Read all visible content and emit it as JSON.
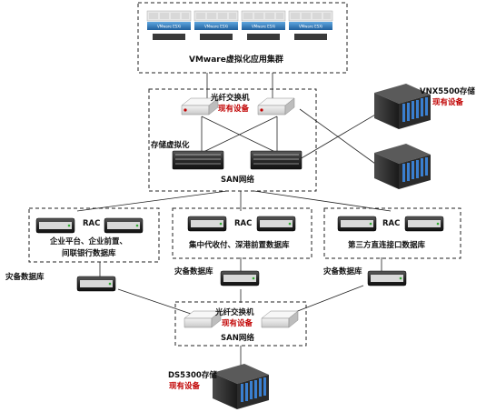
{
  "vmware": {
    "server_label": "VMware ESXi",
    "servers": [
      "VMware ESXi",
      "VMware ESXi",
      "VMware ESXi",
      "VMware ESXi"
    ],
    "cluster_label": "VMware虚拟化应用集群"
  },
  "top_san": {
    "switch_label": "光纤交换机",
    "existing_label": "现有设备",
    "virtualization_label": "存储虚拟化",
    "network_label": "SAN网络"
  },
  "vnx": {
    "label": "VNX5500存储",
    "existing_label": "现有设备"
  },
  "rac_groups": [
    {
      "rac_label": "RAC",
      "db_label_line1": "企业平台、企业前置、",
      "db_label_line2": "间联银行数据库"
    },
    {
      "rac_label": "RAC",
      "db_label_line1": "集中代收付、深港前置数据库",
      "db_label_line2": ""
    },
    {
      "rac_label": "RAC",
      "db_label_line1": "第三方直连接口数据库",
      "db_label_line2": ""
    }
  ],
  "backup_db_label": "灾备数据库",
  "bottom_san": {
    "switch_label": "光纤交换机",
    "existing_label": "现有设备",
    "network_label": "SAN网络"
  },
  "ds": {
    "label": "DS5300存储",
    "existing_label": "现有设备"
  },
  "colors": {
    "line": "#222222",
    "highlight_red": "#c00000",
    "vm_blue": "#2f7fc1"
  }
}
